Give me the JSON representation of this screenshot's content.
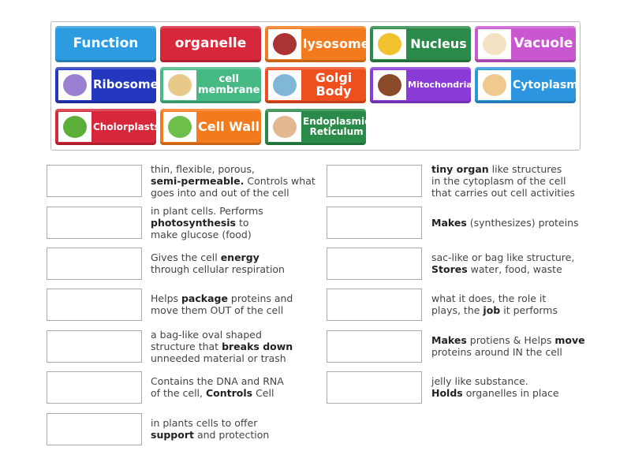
{
  "tiles": [
    {
      "label": "Function",
      "color": "#2d9be0",
      "img": false,
      "size": 17
    },
    {
      "label": "organelle",
      "color": "#d6283a",
      "img": false,
      "size": 17
    },
    {
      "label": "lysosome",
      "color": "#f47a1e",
      "img": "#a33",
      "size": 16
    },
    {
      "label": "Nucleus",
      "color": "#2a8a49",
      "img": "#f2c12e",
      "size": 16
    },
    {
      "label": "Vacuole",
      "color": "#c957d0",
      "img": "#f3e2c4",
      "size": 17
    },
    {
      "label": "Ribosome",
      "color": "#2338bf",
      "img": "#9b7fd0",
      "size": 15
    },
    {
      "label": "cell membrane",
      "color": "#47b985",
      "img": "#e9c98a",
      "size": 13
    },
    {
      "label": "Golgi Body",
      "color": "#ef4f1f",
      "img": "#7fb7d6",
      "size": 16
    },
    {
      "label": "Mitochondria",
      "color": "#8a3ad6",
      "img": "#8a4a2a",
      "size": 11
    },
    {
      "label": "Cytoplasm",
      "color": "#2b96df",
      "img": "#f0c98e",
      "size": 14
    },
    {
      "label": "Cholorplasts",
      "color": "#d6283a",
      "img": "#5cae3a",
      "size": 12
    },
    {
      "label": "Cell Wall",
      "color": "#f47a1e",
      "img": "#6cbf4a",
      "size": 16
    },
    {
      "label": "Endoplasmic Reticulum",
      "color": "#2a8a49",
      "img": "#e3b78f",
      "size": 12
    }
  ],
  "descriptions": [
    [
      [
        [
          "thin, flexible, porous,",
          0
        ]
      ],
      [
        [
          "semi-permeable.",
          1
        ],
        [
          " Controls what",
          0
        ]
      ],
      [
        [
          "goes into and out of the cell",
          0
        ]
      ]
    ],
    [
      [
        [
          "in plant cells. Performs",
          0
        ]
      ],
      [
        [
          "photosynthesis",
          1
        ],
        [
          " to",
          0
        ]
      ],
      [
        [
          "make glucose (food)",
          0
        ]
      ]
    ],
    [
      [
        [
          "Gives the cell ",
          0
        ],
        [
          "energy",
          1
        ]
      ],
      [
        [
          "through cellular respiration",
          0
        ]
      ]
    ],
    [
      [
        [
          "Helps ",
          0
        ],
        [
          "package",
          1
        ],
        [
          " proteins and",
          0
        ]
      ],
      [
        [
          "move them OUT of the cell",
          0
        ]
      ]
    ],
    [
      [
        [
          "a bag-like oval shaped",
          0
        ]
      ],
      [
        [
          "structure that ",
          0
        ],
        [
          "breaks down",
          1
        ]
      ],
      [
        [
          "unneeded material or trash",
          0
        ]
      ]
    ],
    [
      [
        [
          "Contains the DNA and RNA",
          0
        ]
      ],
      [
        [
          "of the cell, ",
          0
        ],
        [
          "Controls",
          1
        ],
        [
          " Cell",
          0
        ]
      ]
    ],
    [
      [
        [
          "in plants cells to offer",
          0
        ]
      ],
      [
        [
          "support",
          1
        ],
        [
          " and protection",
          0
        ]
      ]
    ],
    [
      [
        [
          "tiny organ",
          1
        ],
        [
          " like structures",
          0
        ]
      ],
      [
        [
          "in the cytoplasm of the cell",
          0
        ]
      ],
      [
        [
          "that carries out cell activities",
          0
        ]
      ]
    ],
    [
      [
        [
          "Makes",
          1
        ],
        [
          " (synthesizes) proteins",
          0
        ]
      ]
    ],
    [
      [
        [
          "sac-like or bag like structure,",
          0
        ]
      ],
      [
        [
          "Stores",
          1
        ],
        [
          " water, food, waste",
          0
        ]
      ]
    ],
    [
      [
        [
          "what it does, the role it",
          0
        ]
      ],
      [
        [
          "plays, the ",
          0
        ],
        [
          "job",
          1
        ],
        [
          " it performs",
          0
        ]
      ]
    ],
    [
      [
        [
          "Makes",
          1
        ],
        [
          " protiens & Helps ",
          0
        ],
        [
          "move",
          1
        ]
      ],
      [
        [
          "proteins around IN the cell",
          0
        ]
      ]
    ],
    [
      [
        [
          "jelly like substance.",
          0
        ]
      ],
      [
        [
          "Holds",
          1
        ],
        [
          " organelles in place",
          0
        ]
      ]
    ]
  ]
}
